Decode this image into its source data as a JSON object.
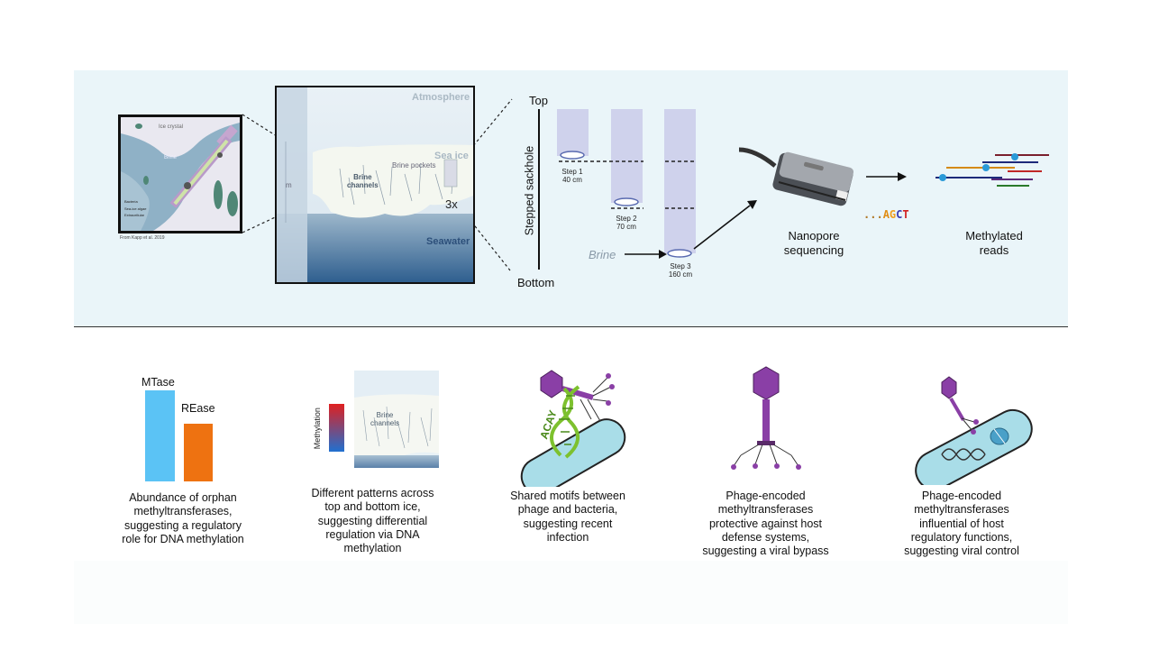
{
  "inset": {
    "ice_crystal": "Ice crystal",
    "brine": "Brine",
    "legend_items": [
      "Bacteria",
      "Sea-ice algae",
      "Extracellular"
    ],
    "credit": "From Kapp et al. 2019"
  },
  "ice_block": {
    "atmosphere": "Atmosphere",
    "sea_ice": "Sea ice",
    "brine_pockets": "Brine pockets",
    "brine_channels_1": "Brine",
    "brine_channels_2": "channels",
    "magnify": "3x",
    "depth_marker": "m",
    "seawater": "Seawater"
  },
  "sackhole": {
    "top": "Top",
    "bottom": "Bottom",
    "axis_label": "Stepped sackhole",
    "brine": "Brine",
    "steps": [
      {
        "name": "Step 1",
        "depth": "40 cm"
      },
      {
        "name": "Step 2",
        "depth": "70 cm"
      },
      {
        "name": "Step 3",
        "depth": "160 cm"
      }
    ]
  },
  "sequencing": {
    "label_1": "Nanopore",
    "label_2": "sequencing",
    "dna_prefix": "...",
    "dna_bases": [
      "A",
      "G",
      "C",
      "T"
    ],
    "reads_1": "Methylated",
    "reads_2": "reads"
  },
  "findings": {
    "bars": {
      "mtase_label": "MTase",
      "rease_label": "REase",
      "mtase_value": 1.0,
      "rease_value": 0.63,
      "mtase_color": "#5bc3f5",
      "rease_color": "#ee7211"
    },
    "methylation_label": "Methylation",
    "mini_brine_1": "Brine",
    "mini_brine_2": "channels",
    "motif": "ACAY",
    "captions": [
      [
        "Abundance of orphan",
        "methyltransferases,",
        "suggesting a regulatory",
        "role for DNA methylation"
      ],
      [
        "Different patterns across",
        "top and bottom ice,",
        "suggesting differential",
        "regulation via DNA",
        "methylation"
      ],
      [
        "Shared motifs between",
        "phage and bacteria,",
        "suggesting recent",
        "infection"
      ],
      [
        "Phage-encoded",
        "methyltransferases",
        "protective against host",
        "defense systems,",
        "suggesting a viral bypass"
      ],
      [
        "Phage-encoded",
        "methyltransferases",
        "influential of host",
        "regulatory functions,",
        "suggesting viral control"
      ]
    ]
  },
  "colors": {
    "panel_bg": "#eaf5f9",
    "phage": "#8a3fa6",
    "dna_green": "#7dc12e",
    "bacterium": "#a9dde8",
    "seawater_dark": "#2f5f8f"
  }
}
